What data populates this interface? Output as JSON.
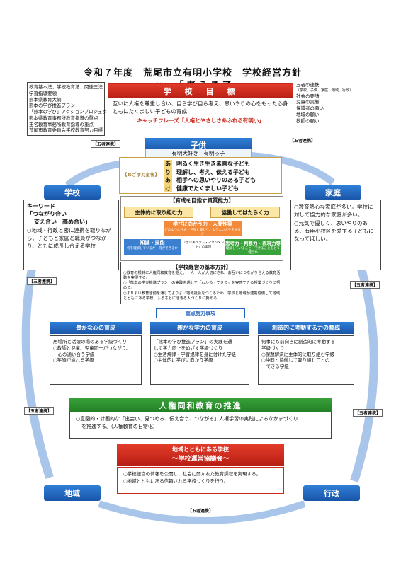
{
  "header": {
    "title": "令和７年度　荒尾市立有明小学校　学校経営方針",
    "motto_label": "校訓",
    "motto": "「考える子」"
  },
  "left_sources": [
    "教育基本法、学校教育法、関連三法",
    "学習指導要領",
    "熊本県教育大綱",
    "熊本の学び推進プラン",
    "「熊本の学び」アクションプロジェクト",
    "熊本県教育事務所教育指導の重点",
    "玉名教育事務所教育指導の重点",
    "荒尾市教育委員会学校教育努力目標"
  ],
  "right_sources": {
    "title": "五者の連携",
    "sub": "（学校、子供、家庭、地域、行政）",
    "items": [
      "社会の要請",
      "児童の実態",
      "保護者の願い",
      "地域の願い",
      "教師の願い"
    ]
  },
  "school_goal": {
    "title": "学　校　目　標",
    "text": "互いに人権を尊重し合い、自ら学び自ら考え、思いやりの心をもった心身ともにたくましい子どもの育成",
    "catch": "キャッチフレーズ「人権とやさしさあふれる有明小」"
  },
  "children": {
    "title": "子供",
    "slogan": "有明大好き　有明っ子",
    "ideal_label": "【めざす児童像】",
    "ideal": [
      {
        "kana": "あ",
        "text": "明るく生き生き素直な子ども"
      },
      {
        "kana": "り",
        "text": "理解し、考え、伝える子ども"
      },
      {
        "kana": "あ",
        "text": "相手への思いやりのある子ども"
      },
      {
        "kana": "け",
        "text": "健康でたくましい子ども"
      }
    ]
  },
  "school": {
    "title": "学校",
    "keyword_label": "キーワード",
    "keyword1": "「つながり合い",
    "keyword2": "支え合い　高め合い」",
    "text": "○地域・行政と密に連携を取りながら、子どもと家庭と職員がつながり、ともに成長し合える学校"
  },
  "home": {
    "title": "家庭",
    "items": [
      "○教育熱心な家庭が多い。学校に対して協力的な家庭が多い。",
      "○元気で優しく、思いやりのある、有明小校区を愛する子どもになってほしい。"
    ]
  },
  "abilities": {
    "title": "【育成を目指す資質能力】",
    "left": "主体的に取り組む力",
    "right": "協働してはたらく力",
    "top": "学びに向かう力・人間性等",
    "top_sub": "どのように社会・世界と関わり、よりよい人生を送るか",
    "bottom_left": "知識・技能",
    "bottom_left_sub": "何を理解しているか　何ができるか",
    "center": "「カリキュラム・マネジメント」の実現",
    "bottom_right": "思考力・判断力・表現力等",
    "bottom_right_sub": "理解していること・できることをどう使うか"
  },
  "policy": {
    "title": "【学校経営の基本方針】",
    "items": [
      "○教育の根幹に人権同和教育を据え、一人一人が大切にされ、お互いにつながり合える教育活動を実現する。",
      "○「熊本の学び推進プラン」の実践を通して「わかる・できる」を実感できる授業づくりに努める。",
      "○よりよい教育活動を通してよりよい地域社会をつくるため、学校と地域が連携協働して地域とともにある学校、ふるさとに活きる人づくりに努める。"
    ]
  },
  "priority_label": "重点努力事項",
  "pillars": [
    {
      "title": "豊かな心の育成",
      "lines": [
        "居場所と活躍の場のある学級づくり",
        "○教師と児童、児童同士がつながり、",
        "　心の通い合う学級",
        "○笑顔が溢れる学級"
      ]
    },
    {
      "title": "確かな学力の育成",
      "lines": [
        "「熊本の学び推進プラン」の実践を通",
        "して学力向上をめざす学級づくり",
        "○生活規律・学習規律を身に付けた学級",
        "○主体的に学びに向かう学級"
      ]
    },
    {
      "title": "創造的に考動する力の育成",
      "lines": [
        "何事にも前向きに創造的に考動する",
        "学級づくり",
        "○課題解決に主体的に取り組む学級",
        "○仲間と協働して取り組むことの",
        "　できる学級"
      ]
    }
  ],
  "human_rights": {
    "title": "人権同和教育の推進",
    "text1": "○意図的・計画的な「出会い、見つめる、伝え合う、つながる」人権学習の実践によるなかまづくり",
    "text2": "を推進する。(人権教育の日常化)"
  },
  "council": {
    "title1": "地域とともにある学校",
    "title2": "～学校運営協議会～",
    "items": [
      "○学校経営の情報を公開し、社会に開かれた教育課程を実現する。",
      "○地域とともにある信頼される学校づくりを行う。"
    ]
  },
  "region": {
    "title": "地域"
  },
  "admin": {
    "title": "行政"
  },
  "five_link": "【五者連携】",
  "colors": {
    "red": "#c8281b",
    "blue": "#1f64bd",
    "green": "#2a8f2c",
    "arrow": "#4d86c9"
  }
}
